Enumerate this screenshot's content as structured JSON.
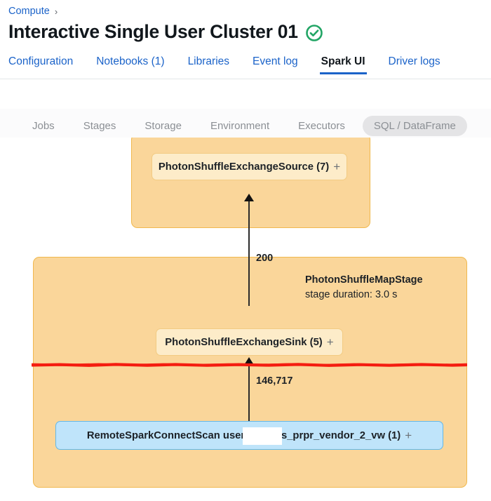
{
  "breadcrumb": {
    "parent": "Compute",
    "separator": "›"
  },
  "header": {
    "cluster_name": "Interactive Single User Cluster 01",
    "status_icon": "check-circle-icon",
    "status_color": "#22a565"
  },
  "main_tabs": [
    {
      "label": "Configuration",
      "active": false
    },
    {
      "label": "Notebooks (1)",
      "active": false
    },
    {
      "label": "Libraries",
      "active": false
    },
    {
      "label": "Event log",
      "active": false
    },
    {
      "label": "Spark UI",
      "active": true
    },
    {
      "label": "Driver logs",
      "active": false
    }
  ],
  "spark_tabs": [
    {
      "label": "Jobs",
      "selected": false
    },
    {
      "label": "Stages",
      "selected": false
    },
    {
      "label": "Storage",
      "selected": false
    },
    {
      "label": "Environment",
      "selected": false
    },
    {
      "label": "Executors",
      "selected": false
    },
    {
      "label": "SQL / DataFrame",
      "selected": true
    }
  ],
  "plan": {
    "colors": {
      "stage_fill": "#fad69a",
      "stage_border": "#f0b84e",
      "photon_node_fill": "#fdecc9",
      "scan_node_fill": "#bfe4fa",
      "scan_node_border": "#63b8e8",
      "annotation": "#f41d10",
      "accent": "#1b63c9"
    },
    "upper_stage": {
      "nodes": [
        {
          "label": "PhotonShuffleExchangeSource (7)",
          "expander": "+",
          "type": "photon"
        }
      ]
    },
    "lower_stage": {
      "name": "PhotonShuffleMapStage",
      "duration": "stage duration: 3.0 s",
      "nodes": [
        {
          "label": "PhotonShuffleExchangeSink (5)",
          "expander": "+",
          "type": "photon"
        },
        {
          "label_before": "RemoteSparkConnectScan users.ja",
          "label_after": "nd.fs_prpr_vendor_2_vw (1)",
          "expander": "+",
          "type": "scan",
          "redacted": true
        }
      ]
    },
    "edges": [
      {
        "label": "200",
        "from": "PhotonShuffleExchangeSink (5)",
        "to": "PhotonShuffleExchangeSource (7)"
      },
      {
        "label": "146,717",
        "from": "RemoteSparkConnectScan",
        "to": "PhotonShuffleExchangeSink (5)"
      }
    ],
    "annotation": {
      "type": "red-highlight-line",
      "color": "#f41d10"
    }
  }
}
